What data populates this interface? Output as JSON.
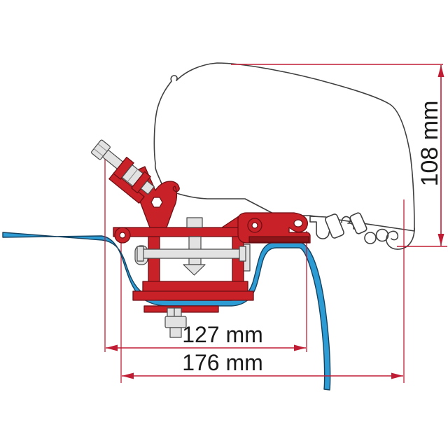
{
  "figure": {
    "labels": {
      "inner_width": "127 mm",
      "outer_width": "176 mm",
      "height": "108 mm"
    },
    "colors": {
      "bracket_red": "#C82127",
      "dimension_red": "#C01D35",
      "roof_sheet_blue": "#2D9CD5",
      "outline_gray": "#3F3F3F",
      "hardware_gray": "#E2E2E2",
      "background": "#FFFFFF"
    },
    "parts": [
      "van-roof-profile",
      "awning-rail-profile",
      "roof-sheet",
      "adapter-bracket",
      "clamp-bolt",
      "mounting-bolt"
    ]
  }
}
